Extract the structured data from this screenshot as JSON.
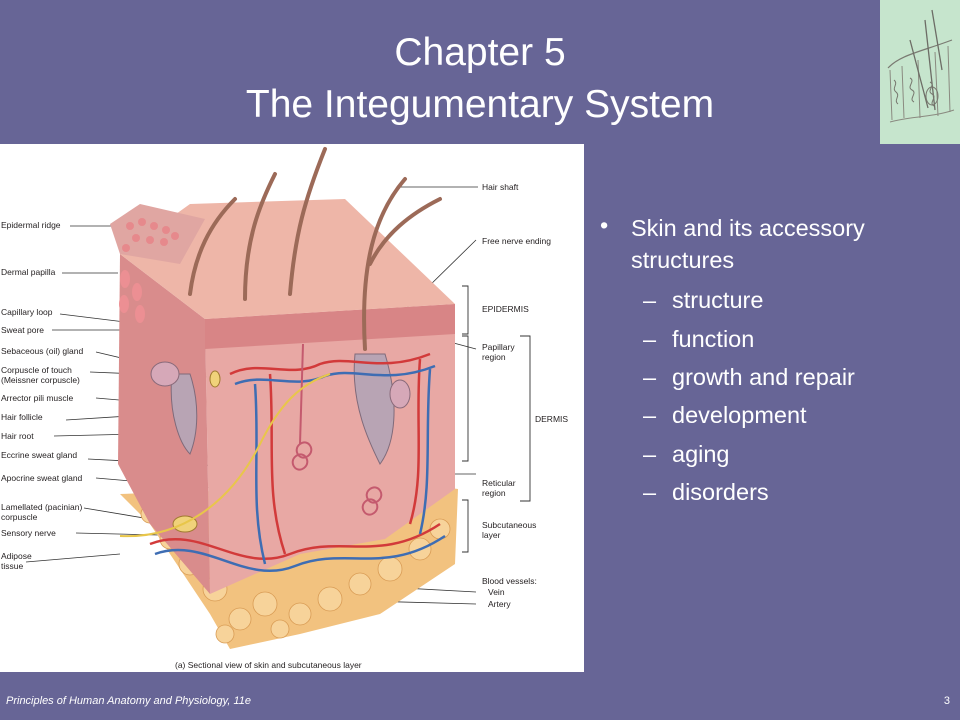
{
  "title": {
    "line1": "Chapter 5",
    "line2": "The Integumentary System"
  },
  "figure": {
    "left_labels": [
      "Epidermal ridge",
      "Dermal papilla",
      "Capillary loop",
      "Sweat pore",
      "Sebaceous (oil) gland",
      "Corpuscle of touch",
      "(Meissner corpuscle)",
      "Arrector pili muscle",
      "Hair follicle",
      "Hair root",
      "Eccrine sweat gland",
      "Apocrine sweat gland",
      "Lamellated (pacinian)",
      "corpuscle",
      "Sensory nerve",
      "Adipose",
      "tissue"
    ],
    "right_labels": [
      "Hair shaft",
      "Free nerve ending",
      "EPIDERMIS",
      "Papillary",
      "region",
      "DERMIS",
      "Reticular",
      "region",
      "Subcutaneous",
      "layer",
      "Blood vessels:",
      "Vein",
      "Artery"
    ],
    "caption": "(a) Sectional view of skin and subcutaneous layer"
  },
  "bullets": {
    "marker": "•",
    "main": "Skin and its accessory structures",
    "dash": "–",
    "items": [
      "structure",
      "function",
      "growth and repair",
      "development",
      "aging",
      "disorders"
    ]
  },
  "footer": {
    "text": "Principles of Human Anatomy and Physiology, 11e",
    "page": "3"
  }
}
